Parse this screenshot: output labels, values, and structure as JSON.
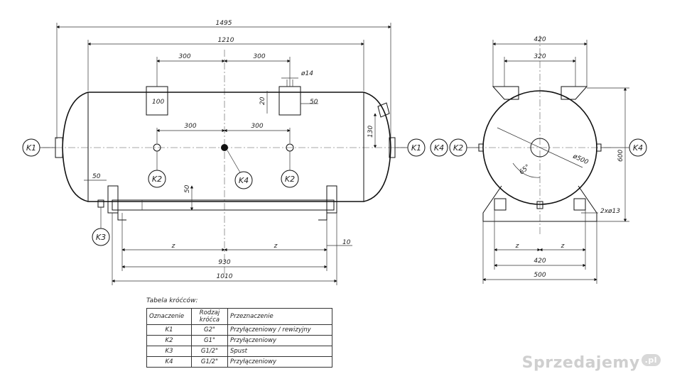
{
  "dims": {
    "d1495": "1495",
    "d1210": "1210",
    "d300a": "300",
    "d300b": "300",
    "d300c": "300",
    "d300d": "300",
    "d14": "ø14",
    "d100": "100",
    "d20": "20",
    "d50a": "50",
    "d130": "130",
    "d50b": "50",
    "d50c": "50",
    "dz1": "z",
    "dz2": "z",
    "d930": "930",
    "d1010": "1010",
    "d10": "10",
    "d420top": "420",
    "d320": "320",
    "d500dia": "ø500",
    "d65": "65°",
    "d600": "600",
    "dz3": "z",
    "dz4": "z",
    "d420bot": "420",
    "d500bot": "500",
    "d2x13": "2xø13"
  },
  "labels": {
    "k1_left": "K1",
    "k1_right": "K1",
    "k2_a": "K2",
    "k2_b": "K2",
    "k4_center": "K4",
    "k3": "K3",
    "k4_side_left": "K4",
    "k2_side": "K2",
    "k4_side_right": "K4"
  },
  "table": {
    "title": "Tabela króćców:",
    "headers": [
      "Oznaczenie",
      "Rodzaj króćca",
      "Przeznaczenie"
    ],
    "rows": [
      [
        "K1",
        "G2\"",
        "Przyłączeniowy / rewizyjny"
      ],
      [
        "K2",
        "G1\"",
        "Przyłączeniowy"
      ],
      [
        "K3",
        "G1/2\"",
        "Spust"
      ],
      [
        "K4",
        "G1/2\"",
        "Przyłączeniowy"
      ]
    ]
  },
  "watermark": {
    "text": "Sprzedajemy",
    "badge": ".pl"
  }
}
